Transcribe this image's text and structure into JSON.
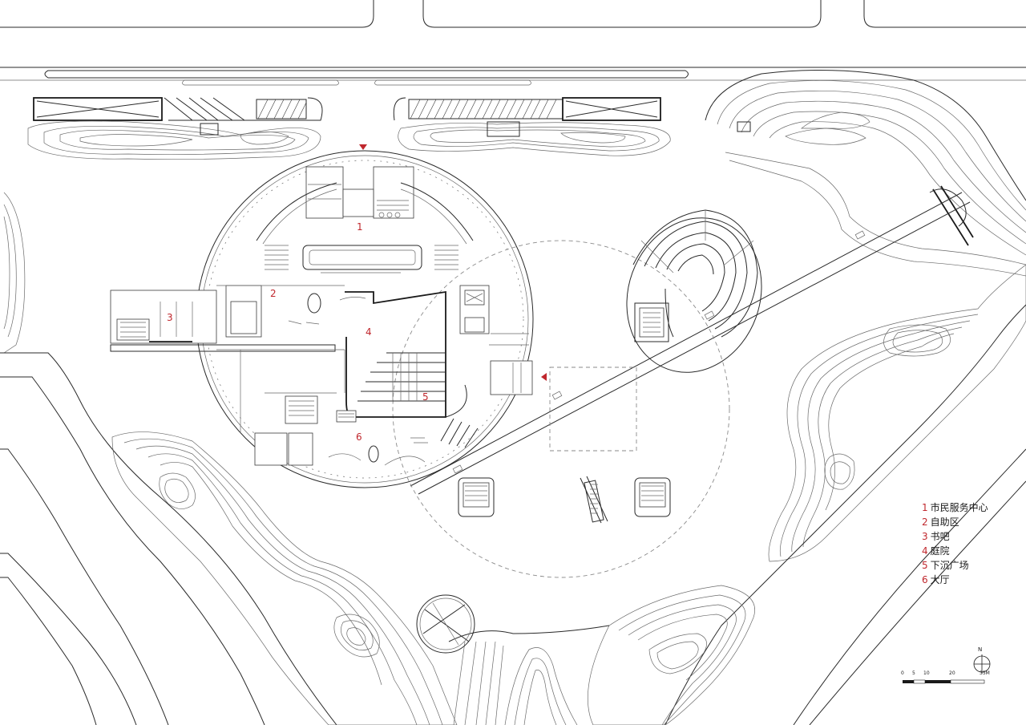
{
  "plan_labels": [
    {
      "num": "1"
    },
    {
      "num": "2"
    },
    {
      "num": "3"
    },
    {
      "num": "4"
    },
    {
      "num": "5"
    },
    {
      "num": "6"
    }
  ],
  "legend": {
    "items": [
      {
        "num": "1",
        "label": "市民服务中心"
      },
      {
        "num": "2",
        "label": "自助区"
      },
      {
        "num": "3",
        "label": "书吧"
      },
      {
        "num": "4",
        "label": "庭院"
      },
      {
        "num": "5",
        "label": "下沉广场"
      },
      {
        "num": "6",
        "label": "大厅"
      }
    ]
  },
  "scale_bar": {
    "ticks": [
      "0",
      "5",
      "10",
      "20",
      "35M"
    ]
  },
  "compass": {
    "north_label": "N"
  },
  "colors": {
    "line": "#2a2a2a",
    "label_red": "#c0272d",
    "entry_marker": "#c0272d",
    "background": "#ffffff"
  }
}
